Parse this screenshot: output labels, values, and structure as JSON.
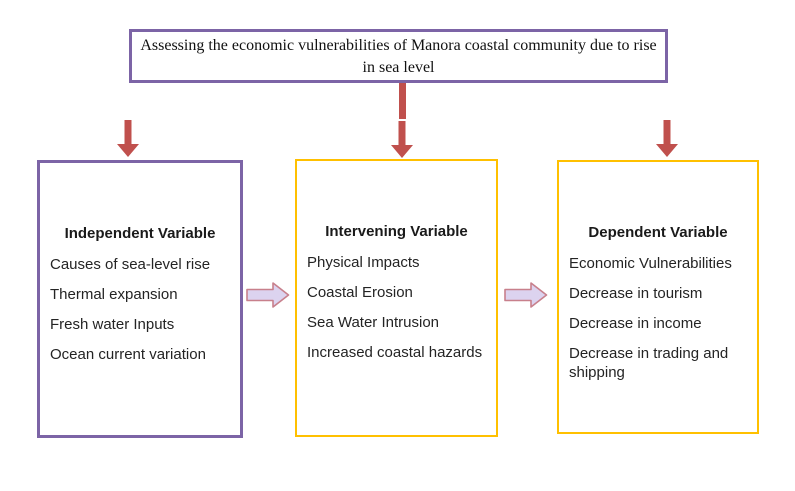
{
  "title": {
    "line1": "Assessing the economic vulnerabilities of Manora coastal community due to rise",
    "line2": "in sea level"
  },
  "boxes": [
    {
      "heading": "Independent Variable",
      "items": [
        "Causes of sea-level rise",
        "Thermal expansion",
        "Fresh water Inputs",
        "Ocean current variation"
      ],
      "border_color": "#7c64a6"
    },
    {
      "heading": "Intervening Variable",
      "items": [
        "Physical Impacts",
        "Coastal Erosion",
        "Sea Water Intrusion",
        "Increased coastal hazards"
      ],
      "border_color": "#ffc000"
    },
    {
      "heading": "Dependent Variable",
      "items": [
        "Economic Vulnerabilities",
        "Decrease in tourism",
        "Decrease in income",
        "Decrease in trading and shipping"
      ],
      "border_color": "#ffc000"
    }
  ],
  "icons": {
    "down_arrow": "down-arrow-icon",
    "block_arrow": "right-block-arrow-icon"
  },
  "colors": {
    "purple": "#7c64a6",
    "gold": "#ffc000",
    "arrow_red": "#c0504d",
    "block_arrow_fill": "#dcd3ef",
    "block_arrow_stroke": "#c8808c",
    "text": "#1f1f1f"
  }
}
